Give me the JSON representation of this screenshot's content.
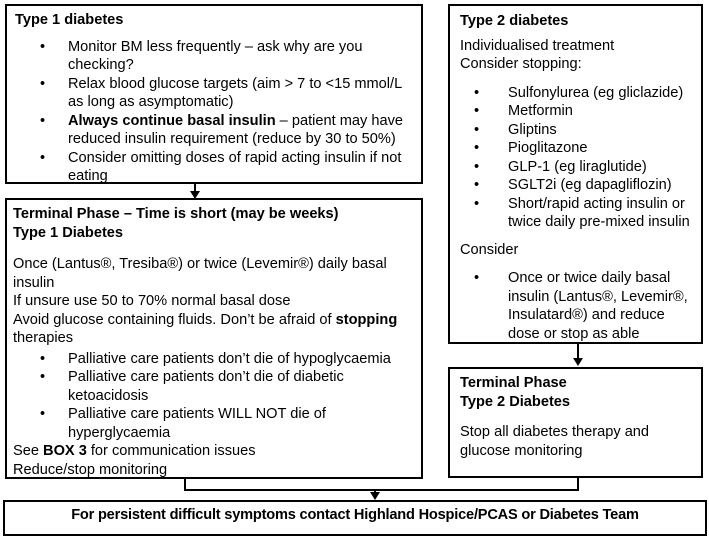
{
  "type1_box": {
    "title": "Type 1 diabetes",
    "bullet1": "Monitor BM less frequently – ask why are you checking?",
    "bullet2": "Relax blood glucose targets (aim > 7 to <15 mmol/L as long as asymptomatic)",
    "bullet3_bold": "Always continue basal insulin",
    "bullet3_rest": " – patient may have reduced insulin requirement (reduce by 30 to 50%)",
    "bullet4": "Consider omitting doses of rapid acting insulin if not eating"
  },
  "type1_terminal_box": {
    "title_line1": "Terminal Phase – Time is short (may be weeks)",
    "title_line2": "Type 1 Diabetes",
    "para1": "Once (Lantus®, Tresiba®) or twice (Levemir®) daily basal insulin",
    "para2": "If unsure use 50 to 70% normal basal dose",
    "para3_pre": "Avoid glucose containing fluids. Don’t be afraid of ",
    "para3_bold": "stopping",
    "para3_post": " therapies",
    "bullet1": "Palliative care patients don’t die of hypoglycaemia",
    "bullet2": "Palliative care patients don’t die of diabetic ketoacidosis",
    "bullet3": "Palliative care patients WILL NOT die of hyperglycaemia",
    "see_pre": "See ",
    "see_bold": "BOX 3",
    "see_post": " for communication issues",
    "reduce_line": "Reduce/stop monitoring"
  },
  "type2_box": {
    "title": "Type 2 diabetes",
    "intro_line1": "Individualised treatment",
    "intro_line2": "Consider stopping:",
    "bullets": [
      "Sulfonylurea (eg gliclazide)",
      "Metformin",
      "Gliptins",
      "Pioglitazone",
      "GLP-1 (eg liraglutide)",
      "SGLT2i (eg dapagliflozin)",
      "Short/rapid acting insulin or twice daily pre-mixed insulin"
    ],
    "consider_label": "Consider",
    "consider_bullet": "Once or twice daily basal insulin (Lantus®, Levemir®, Insulatard®) and reduce dose or stop as able"
  },
  "type2_terminal_box": {
    "title_line1": "Terminal Phase",
    "title_line2": "Type 2 Diabetes",
    "para": "Stop all diabetes therapy and glucose monitoring"
  },
  "footer_box": {
    "text": "For persistent difficult symptoms contact Highland Hospice/PCAS or Diabetes Team"
  },
  "colors": {
    "border": "#000000",
    "text": "#000000",
    "background": "#ffffff"
  }
}
